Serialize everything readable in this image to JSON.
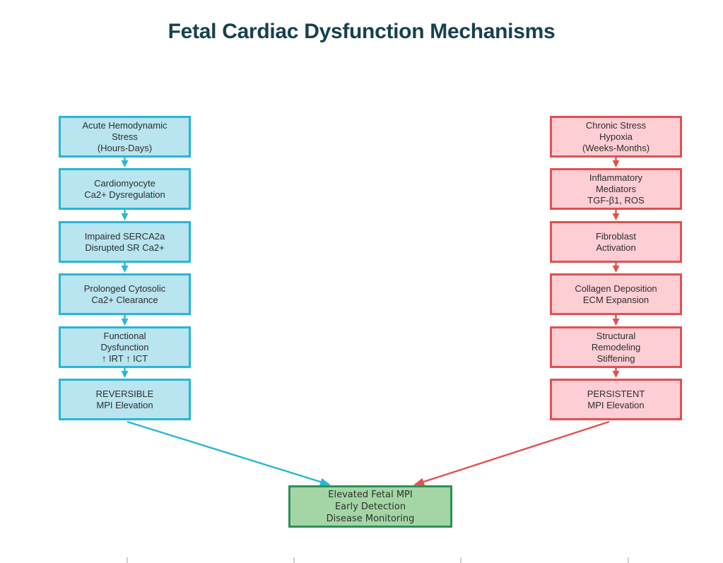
{
  "title": "Fetal Cardiac Dysfunction Mechanisms",
  "colors": {
    "title_text": "#16414e",
    "box_text": "#2e2e2e",
    "acute_border": "#29b6d5",
    "acute_fill": "#b8e5ef",
    "chronic_border": "#e05151",
    "chronic_fill": "#fdced3",
    "outcome_border": "#2f8f58",
    "outcome_fill": "#a4d6a5",
    "tick": "#cfcfcf"
  },
  "acute_pathway": {
    "steps": [
      {
        "lines": [
          "Acute Hemodynamic",
          "Stress",
          "(Hours-Days)"
        ]
      },
      {
        "lines": [
          "Cardiomyocyte",
          "Ca2+ Dysregulation"
        ]
      },
      {
        "lines": [
          "Impaired SERCA2a",
          "Disrupted SR Ca2+"
        ]
      },
      {
        "lines": [
          "Prolonged Cytosolic",
          "Ca2+ Clearance"
        ]
      },
      {
        "lines": [
          "Functional",
          "Dysfunction",
          "↑ IRT ↑ ICT"
        ]
      },
      {
        "lines": [
          "REVERSIBLE",
          "MPI Elevation"
        ]
      }
    ]
  },
  "chronic_pathway": {
    "steps": [
      {
        "lines": [
          "Chronic Stress",
          "Hypoxia",
          "(Weeks-Months)"
        ]
      },
      {
        "lines": [
          "Inflammatory",
          "Mediators",
          "TGF-β1, ROS"
        ]
      },
      {
        "lines": [
          "Fibroblast",
          "Activation"
        ]
      },
      {
        "lines": [
          "Collagen Deposition",
          "ECM Expansion"
        ]
      },
      {
        "lines": [
          "Structural",
          "Remodeling",
          "Stiffening"
        ]
      },
      {
        "lines": [
          "PERSISTENT",
          "MPI Elevation"
        ]
      }
    ]
  },
  "outcome": {
    "lines": [
      "Elevated Fetal MPI",
      "Early Detection",
      "Disease Monitoring"
    ]
  }
}
